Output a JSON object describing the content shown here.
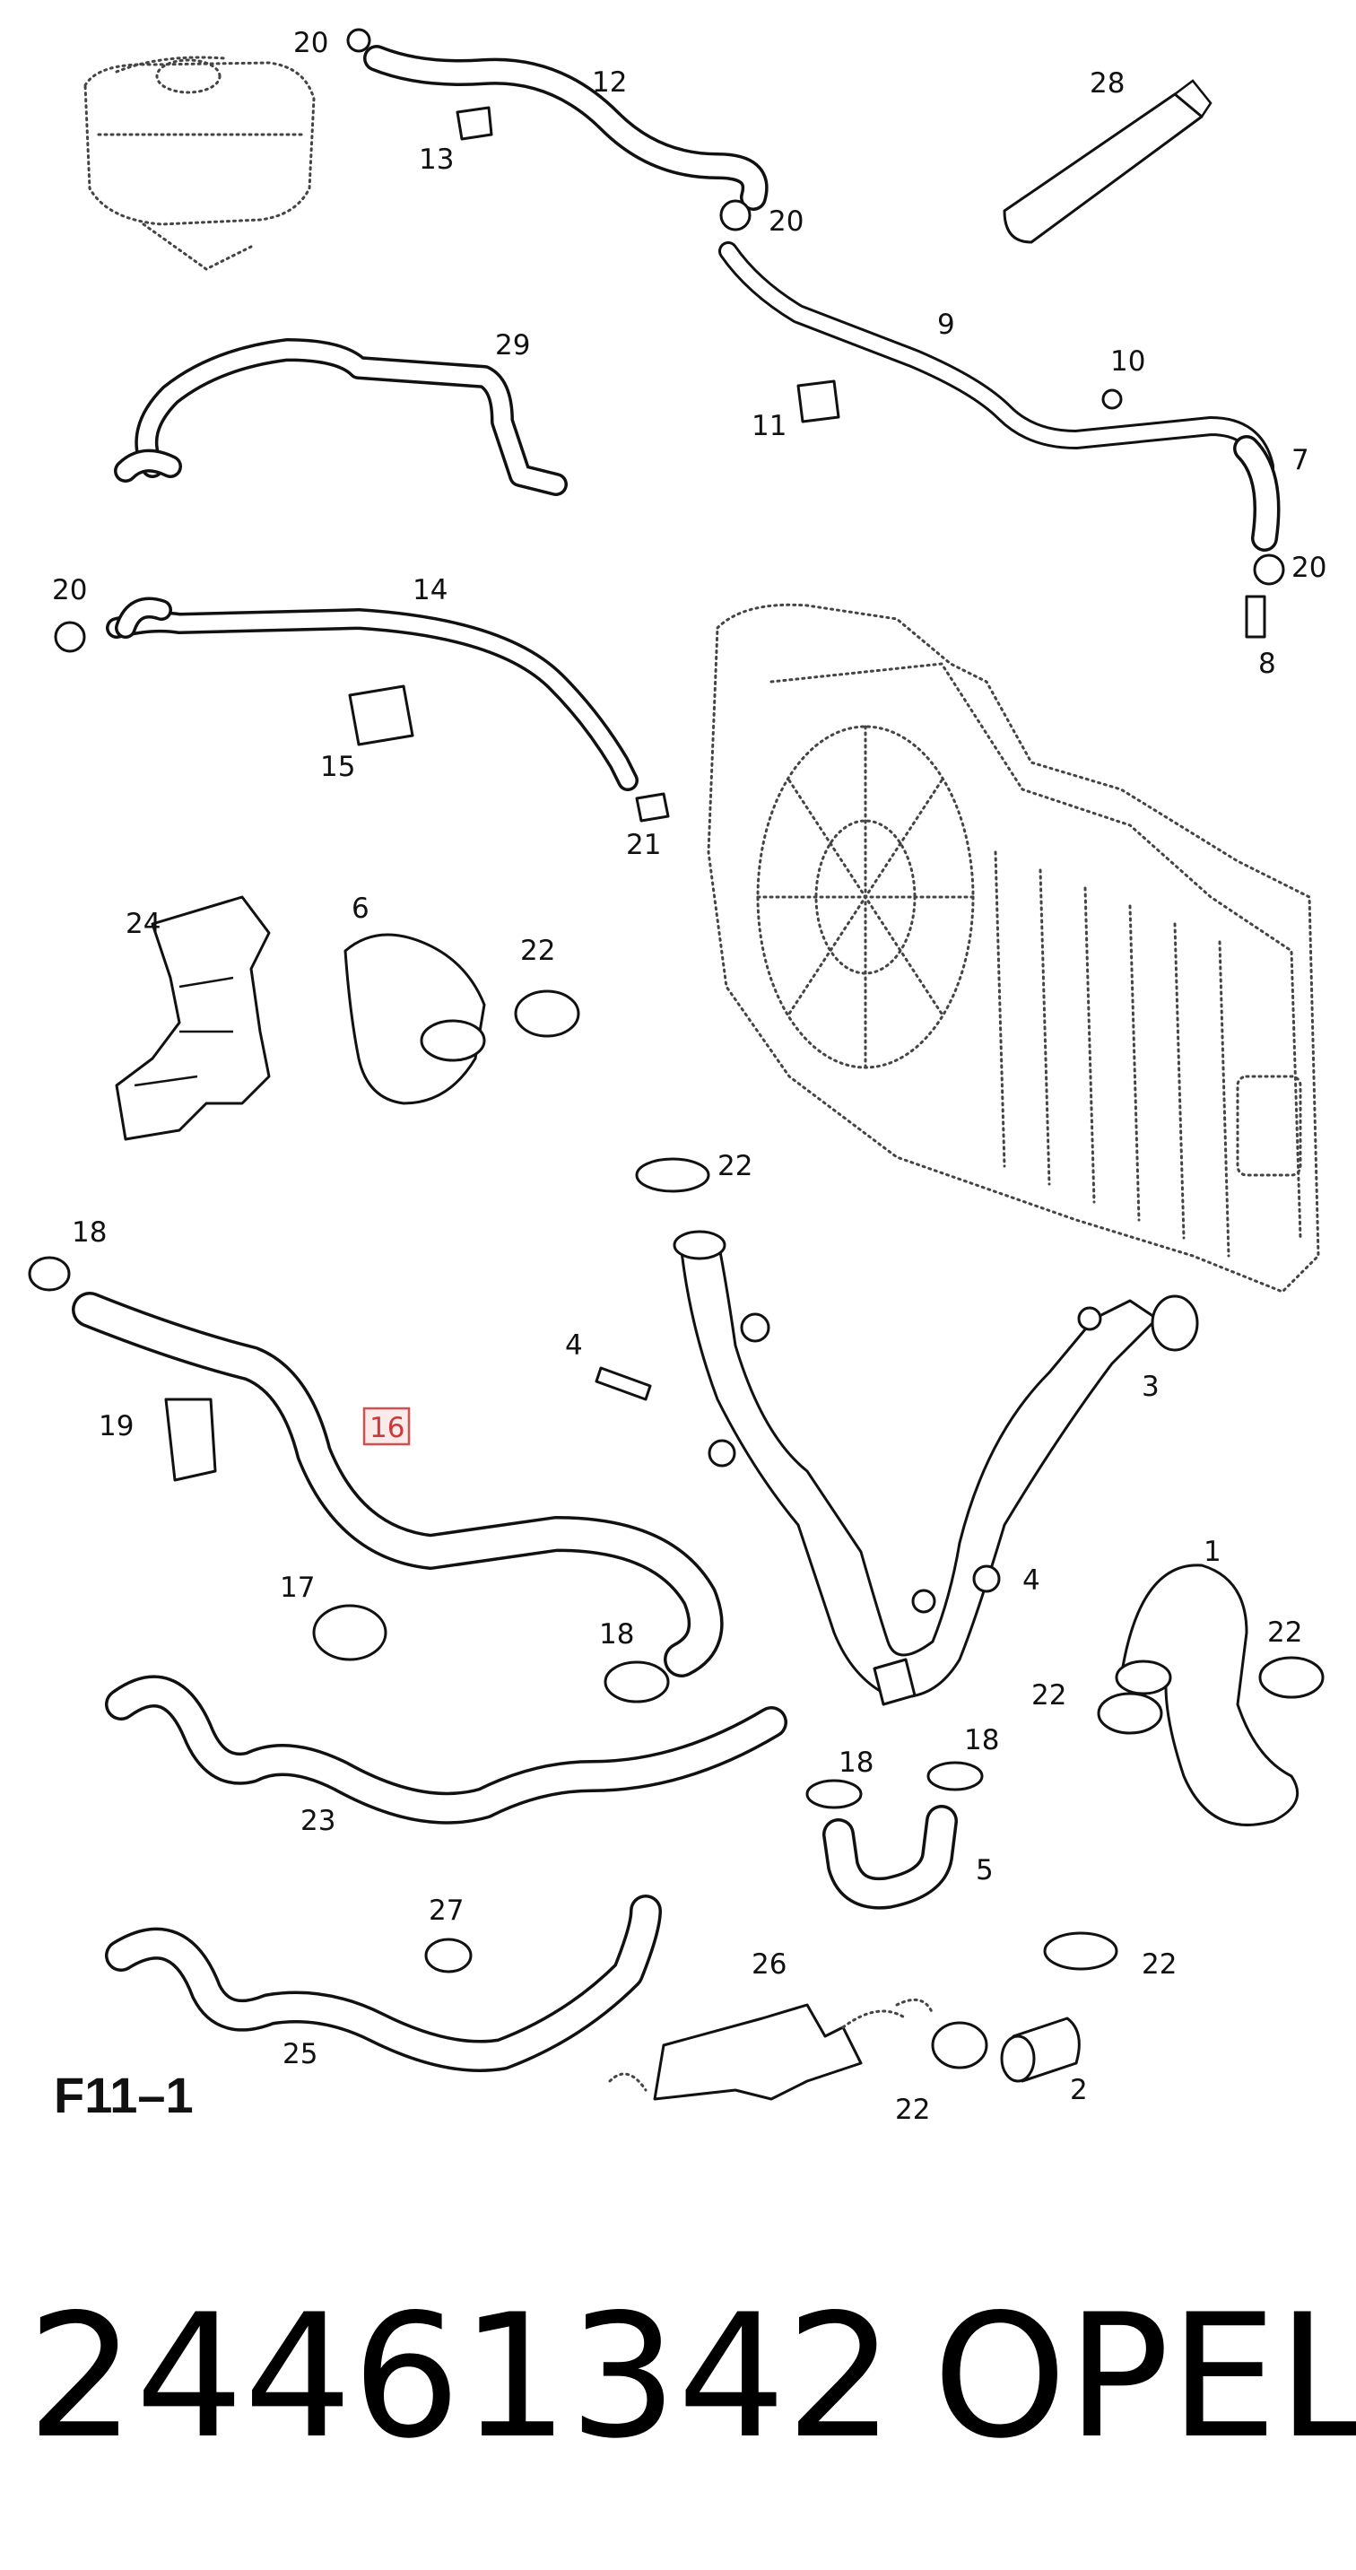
{
  "diagram": {
    "label": "F11–1",
    "part_number": "24461342",
    "brand": "OPEL",
    "highlighted_callout": "16",
    "callouts": [
      "20",
      "12",
      "13",
      "20",
      "28",
      "9",
      "29",
      "10",
      "11",
      "7",
      "20",
      "8",
      "20",
      "14",
      "15",
      "21",
      "24",
      "6",
      "22",
      "22",
      "18",
      "4",
      "3",
      "19",
      "16",
      "4",
      "1",
      "17",
      "18",
      "22",
      "22",
      "23",
      "18",
      "18",
      "5",
      "27",
      "26",
      "22",
      "25",
      "22",
      "2"
    ]
  }
}
